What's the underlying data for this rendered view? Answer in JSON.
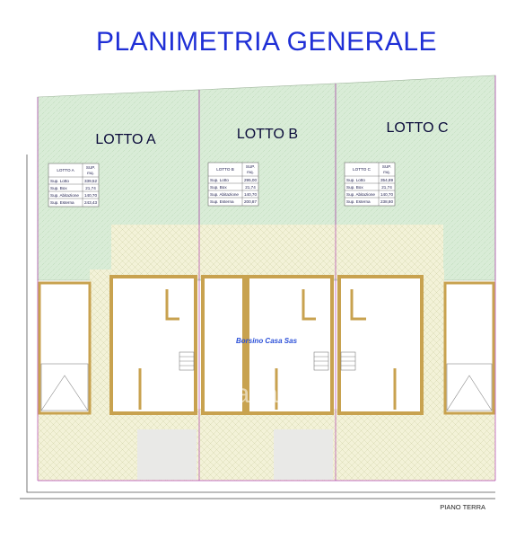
{
  "title": "PLANIMETRIA GENERALE",
  "lots": [
    {
      "name": "LOTTO A",
      "table": {
        "header": [
          "LOTTO A",
          "SUP.\nmq."
        ],
        "rows": [
          [
            "Sup. Lotto",
            "339,52"
          ],
          [
            "Sup. Box",
            "21,74"
          ],
          [
            "Sup. Abitazione",
            "140,70"
          ],
          [
            "Sup. Esterna",
            "243,43"
          ]
        ]
      }
    },
    {
      "name": "LOTTO B",
      "table": {
        "header": [
          "LOTTO B",
          "SUP.\nmq."
        ],
        "rows": [
          [
            "Sup. Lotto",
            "295,00"
          ],
          [
            "Sup. Box",
            "21,74"
          ],
          [
            "Sup. Abitazione",
            "140,70"
          ],
          [
            "Sup. Esterna",
            "200,87"
          ]
        ]
      }
    },
    {
      "name": "LOTTO C",
      "table": {
        "header": [
          "LOTTO C",
          "SUP.\nmq."
        ],
        "rows": [
          [
            "Sup. Lotto",
            "354,89"
          ],
          [
            "Sup. Box",
            "21,74"
          ],
          [
            "Sup. Abitazione",
            "140,70"
          ],
          [
            "Sup. Esterna",
            "238,80"
          ]
        ]
      }
    }
  ],
  "agency": "Borsino Casa Sas",
  "footer": "PIANO TERRA",
  "watermark": "casa.it",
  "colors": {
    "title": "#1f2fd6",
    "garden": "#d9ecd7",
    "terrace": "#f3f2d8",
    "wall": "#e2c98a",
    "lot_border": "#b040b0"
  }
}
